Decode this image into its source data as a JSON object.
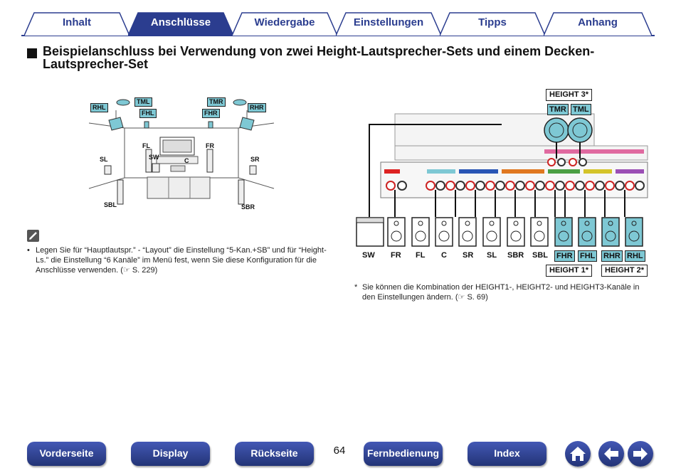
{
  "tabs": [
    "Inhalt",
    "Anschlüsse",
    "Wiedergabe",
    "Einstellungen",
    "Tipps",
    "Anhang"
  ],
  "active_tab": "Anschlüsse",
  "heading": "Beispielanschluss bei Verwendung von zwei Height-Lautsprecher-Sets und einem Decken-Lautsprecher-Set",
  "room": {
    "labels": {
      "rhl": "RHL",
      "tml": "TML",
      "tmr": "TMR",
      "rhr": "RHR",
      "fhl": "FHL",
      "fhr": "FHR",
      "fl": "FL",
      "fr": "FR",
      "sw": "SW",
      "c": "C",
      "sl": "SL",
      "sr": "SR",
      "sbl": "SBL",
      "sbr": "SBR"
    }
  },
  "note": {
    "bullet": "•",
    "text": "Legen Sie für “Hauptlautspr.” - “Layout” die Einstellung “5-Kan.+SB” und für “Height-Ls.” die Einstellung “6 Kanäle” im Menü fest, wenn Sie diese Konfiguration für die Anschlüsse verwenden.  (☞ S. 229)"
  },
  "wiring": {
    "height3": "HEIGHT 3*",
    "height1": "HEIGHT 1*",
    "height2": "HEIGHT 2*",
    "top": [
      "TMR",
      "TML"
    ],
    "speakers": [
      "SW",
      "FR",
      "FL",
      "C",
      "SR",
      "SL",
      "SBR",
      "SBL",
      "FHR",
      "FHL",
      "RHR",
      "RHL"
    ]
  },
  "footnote": {
    "mark": "*",
    "text": "Sie können die Kombination der HEIGHT1-, HEIGHT2- und HEIGHT3-Kanäle in den Einstellungen ändern.  (☞ S. 69)"
  },
  "nav": {
    "front": "Vorderseite",
    "display": "Display",
    "back": "Rückseite",
    "page": "64",
    "remote": "Fernbedienung",
    "index": "Index"
  },
  "colors": {
    "accent": "#2b3d8f",
    "highlight": "#7ec8d4"
  },
  "icons": {
    "home": "home-icon",
    "prev": "arrow-left-icon",
    "next": "arrow-right-icon",
    "note": "pencil-icon"
  }
}
